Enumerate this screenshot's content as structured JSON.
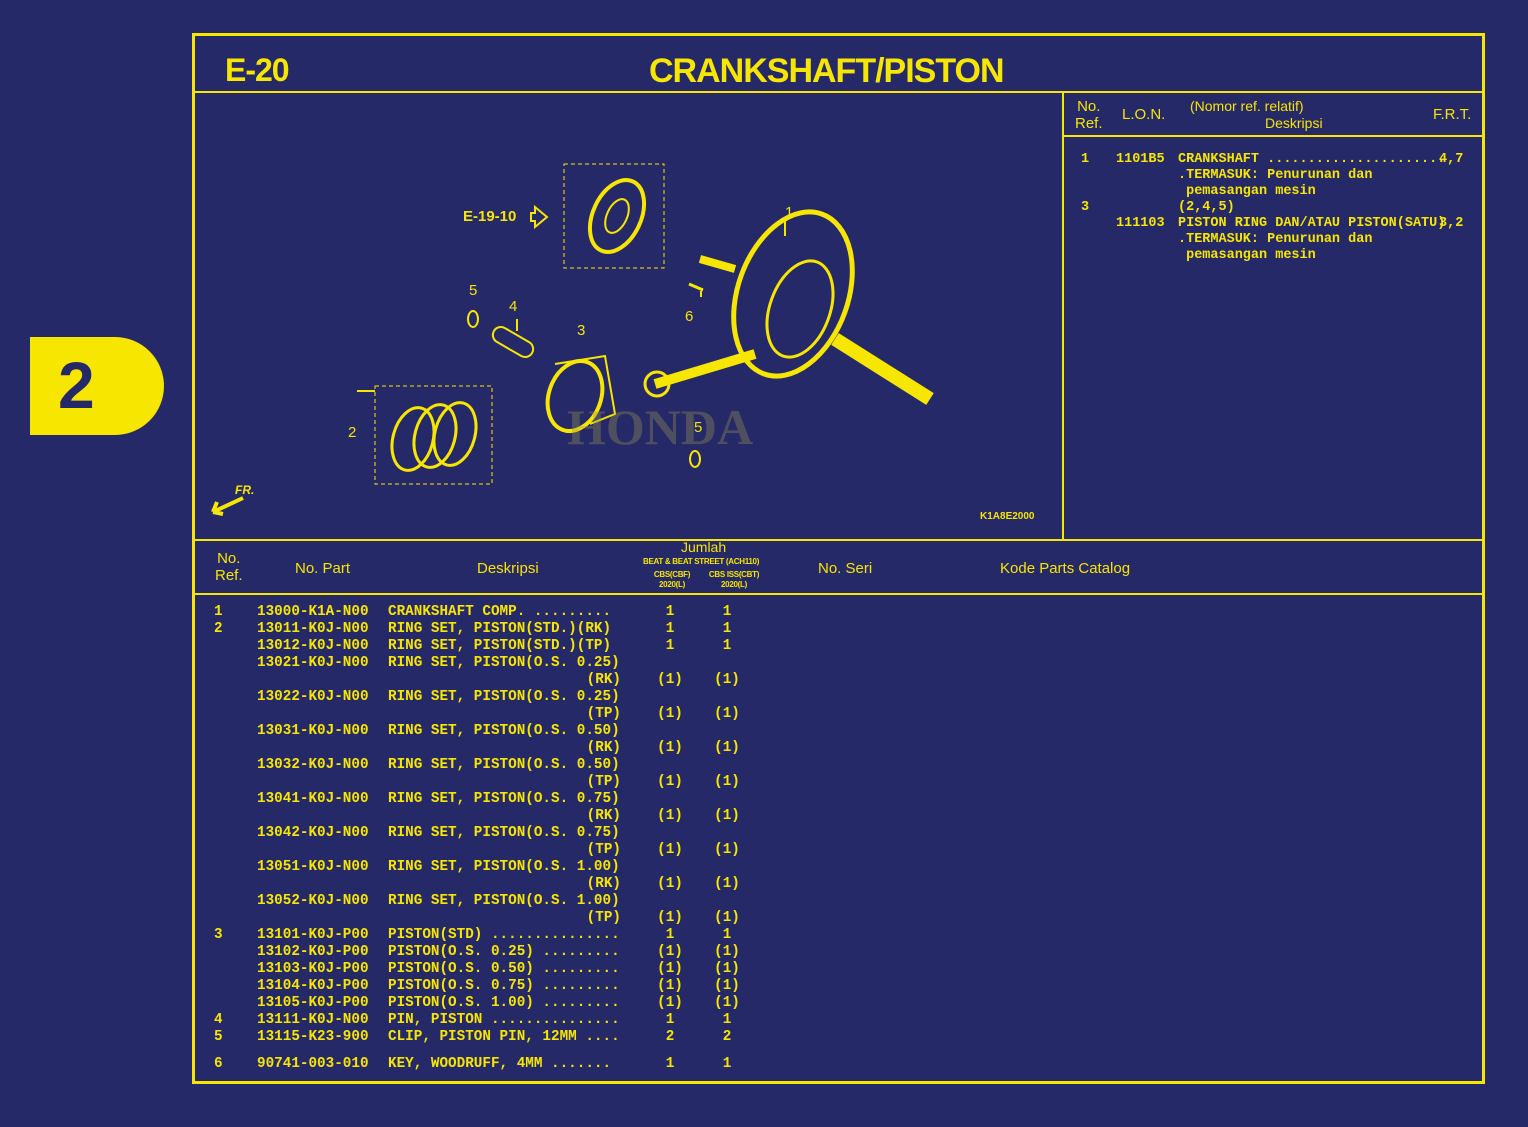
{
  "section_badge": "2",
  "page": {
    "code": "E-20",
    "title": "CRANKSHAFT/PISTON"
  },
  "diagram": {
    "ref_arrow_label": "E-19-10",
    "callouts": [
      "1",
      "2",
      "3",
      "4",
      "5",
      "5",
      "6"
    ],
    "front_label": "FR.",
    "drawing_code": "K1A8E2000",
    "watermark": "HONDA"
  },
  "frt_table": {
    "headers": {
      "ref": "No. Ref.",
      "ref_l1": "No.",
      "ref_l2": "Ref.",
      "lon": "L.O.N.",
      "desc_l1": "(Nomor ref. relatif)",
      "desc_l2": "Deskripsi",
      "frt": "F.R.T."
    },
    "lines": [
      {
        "ref": "1",
        "lon": "1101B5",
        "desc": "CRANKSHAFT ......................",
        "frt": "4,7"
      },
      {
        "ref": "",
        "lon": "",
        "desc": ".TERMASUK: Penurunan dan",
        "frt": ""
      },
      {
        "ref": "",
        "lon": "",
        "desc": " pemasangan mesin",
        "frt": ""
      },
      {
        "ref": "3",
        "lon": "",
        "desc": "(2,4,5)",
        "frt": ""
      },
      {
        "ref": "",
        "lon": "111103",
        "desc": "PISTON RING DAN/ATAU PISTON(SATU)",
        "frt": "3,2"
      },
      {
        "ref": "",
        "lon": "",
        "desc": ".TERMASUK: Penurunan dan",
        "frt": ""
      },
      {
        "ref": "",
        "lon": "",
        "desc": " pemasangan mesin",
        "frt": ""
      }
    ]
  },
  "parts_table": {
    "headers": {
      "ref_l1": "No.",
      "ref_l2": "Ref.",
      "part": "No. Part",
      "desc": "Deskripsi",
      "qty": "Jumlah",
      "model": "BEAT & BEAT STREET (ACH110)",
      "variant1": "CBS(CBF)",
      "variant1_year": "2020(L)",
      "variant2": "CBS ISS(CBT)",
      "variant2_year": "2020(L)",
      "serial": "No. Seri",
      "catalog": "Kode Parts Catalog"
    },
    "rows": [
      {
        "ref": "1",
        "part": "13000-K1A-N00",
        "desc": "CRANKSHAFT COMP. .........",
        "cont": "",
        "q1": "1",
        "q2": "1"
      },
      {
        "ref": "2",
        "part": "13011-K0J-N00",
        "desc": "RING SET, PISTON(STD.)(RK)",
        "cont": "",
        "q1": "1",
        "q2": "1"
      },
      {
        "ref": "",
        "part": "13012-K0J-N00",
        "desc": "RING SET, PISTON(STD.)(TP)",
        "cont": "",
        "q1": "1",
        "q2": "1"
      },
      {
        "ref": "",
        "part": "13021-K0J-N00",
        "desc": "RING SET, PISTON(O.S. 0.25)",
        "cont": "(RK)",
        "q1": "(1)",
        "q2": "(1)"
      },
      {
        "ref": "",
        "part": "13022-K0J-N00",
        "desc": "RING SET, PISTON(O.S. 0.25)",
        "cont": "(TP)",
        "q1": "(1)",
        "q2": "(1)"
      },
      {
        "ref": "",
        "part": "13031-K0J-N00",
        "desc": "RING SET, PISTON(O.S. 0.50)",
        "cont": "(RK)",
        "q1": "(1)",
        "q2": "(1)"
      },
      {
        "ref": "",
        "part": "13032-K0J-N00",
        "desc": "RING SET, PISTON(O.S. 0.50)",
        "cont": "(TP)",
        "q1": "(1)",
        "q2": "(1)"
      },
      {
        "ref": "",
        "part": "13041-K0J-N00",
        "desc": "RING SET, PISTON(O.S. 0.75)",
        "cont": "(RK)",
        "q1": "(1)",
        "q2": "(1)"
      },
      {
        "ref": "",
        "part": "13042-K0J-N00",
        "desc": "RING SET, PISTON(O.S. 0.75)",
        "cont": "(TP)",
        "q1": "(1)",
        "q2": "(1)"
      },
      {
        "ref": "",
        "part": "13051-K0J-N00",
        "desc": "RING SET, PISTON(O.S. 1.00)",
        "cont": "(RK)",
        "q1": "(1)",
        "q2": "(1)"
      },
      {
        "ref": "",
        "part": "13052-K0J-N00",
        "desc": "RING SET, PISTON(O.S. 1.00)",
        "cont": "(TP)",
        "q1": "(1)",
        "q2": "(1)"
      },
      {
        "ref": "3",
        "part": "13101-K0J-P00",
        "desc": "PISTON(STD) ...............",
        "cont": "",
        "q1": "1",
        "q2": "1"
      },
      {
        "ref": "",
        "part": "13102-K0J-P00",
        "desc": "PISTON(O.S. 0.25) .........",
        "cont": "",
        "q1": "(1)",
        "q2": "(1)"
      },
      {
        "ref": "",
        "part": "13103-K0J-P00",
        "desc": "PISTON(O.S. 0.50) .........",
        "cont": "",
        "q1": "(1)",
        "q2": "(1)"
      },
      {
        "ref": "",
        "part": "13104-K0J-P00",
        "desc": "PISTON(O.S. 0.75) .........",
        "cont": "",
        "q1": "(1)",
        "q2": "(1)"
      },
      {
        "ref": "",
        "part": "13105-K0J-P00",
        "desc": "PISTON(O.S. 1.00) .........",
        "cont": "",
        "q1": "(1)",
        "q2": "(1)"
      },
      {
        "ref": "4",
        "part": "13111-K0J-N00",
        "desc": "PIN, PISTON ...............",
        "cont": "",
        "q1": "1",
        "q2": "1"
      },
      {
        "ref": "5",
        "part": "13115-K23-900",
        "desc": "CLIP, PISTON PIN, 12MM ....",
        "cont": "",
        "q1": "2",
        "q2": "2"
      },
      {
        "ref": "6",
        "part": "90741-003-010",
        "desc": "KEY, WOODRUFF, 4MM .......",
        "cont": "",
        "q1": "1",
        "q2": "1",
        "gap": true
      }
    ]
  },
  "colors": {
    "background": "#262968",
    "accent": "#f7e600"
  }
}
